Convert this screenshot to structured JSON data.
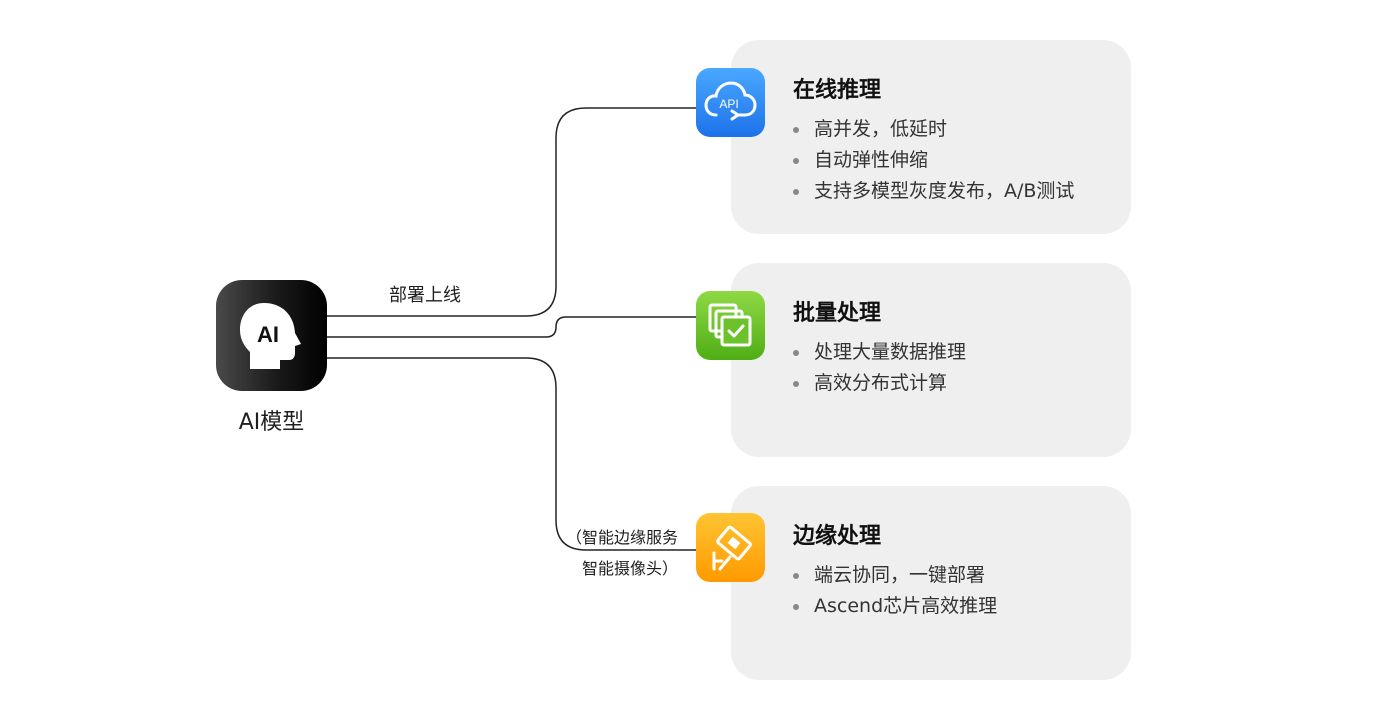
{
  "model": {
    "label": "AI模型",
    "icon": "ai-head-icon"
  },
  "deploy_label": "部署上线",
  "edge_label": {
    "line1": "（智能边缘服务",
    "line2": "智能摄像头）"
  },
  "cards": [
    {
      "title": "在线推理",
      "icon": "cloud-api-icon",
      "items": [
        "高并发，低延时",
        "自动弹性伸缩",
        "支持多模型灰度发布，A/B测试"
      ]
    },
    {
      "title": "批量处理",
      "icon": "batch-check-icon",
      "items": [
        "处理大量数据推理",
        "高效分布式计算"
      ]
    },
    {
      "title": "边缘处理",
      "icon": "edge-chip-icon",
      "items": [
        "端云协同，一键部署",
        "Ascend芯片高效推理"
      ]
    }
  ],
  "colors": {
    "blue": "#1d72ea",
    "green": "#4fae15",
    "orange": "#ff9a00",
    "card_bg": "#efefef"
  }
}
